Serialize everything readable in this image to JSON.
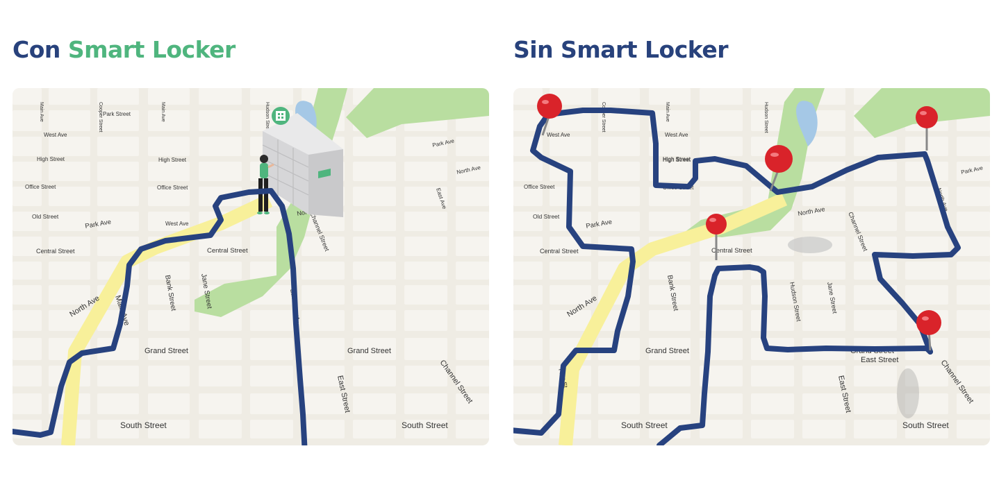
{
  "left_panel": {
    "title_prefix": "Con",
    "title_accent": "Smart Locker",
    "street_labels": [
      "Park Street",
      "West Ave",
      "High Street",
      "Office Street",
      "Old Street",
      "Park Ave",
      "Central Street",
      "Central Street",
      "North Ave",
      "Main Ave",
      "Bank Street",
      "Jane Street",
      "East Street",
      "Grand Street",
      "Grand Street",
      "South Street",
      "South Street",
      "East Street",
      "Channel Street",
      "Channel Street",
      "North Ave",
      "East Ave",
      "Park Ave",
      "North",
      "Hudson Street",
      "Main Ave",
      "West Ave",
      "High Street",
      "Office Street",
      "Cooper Street",
      "Main Ave"
    ]
  },
  "right_panel": {
    "title": "Sin Smart Locker",
    "street_labels": [
      "West Ave",
      "High Street",
      "Office Street",
      "Old Street",
      "Park Ave",
      "Central Street",
      "Central Street",
      "North Ave",
      "Bank Street",
      "Jane Street",
      "Hudson Street",
      "East Street",
      "Grand Street",
      "Grand Street",
      "South Street",
      "South Street",
      "East Street",
      "Channel Street",
      "Channel Street",
      "North Ave",
      "Park Ave",
      "North Ave",
      "Hudson Street",
      "Cooper Street",
      "Main Ave",
      "High Street",
      "West Ave",
      "Office Street",
      "First St"
    ]
  },
  "colors": {
    "title": "#28427c",
    "accent": "#4fb57e",
    "route": "#27427f",
    "map_bg": "#efece4",
    "block": "#f6f4ef",
    "park": "#b9dea0",
    "water": "#a5c8e6",
    "highlight": "#f8f09a",
    "pin": "#d9232a"
  },
  "icons": {
    "locker": "smart-locker-icon",
    "person": "person-icon",
    "pin": "map-pin-icon",
    "qr": "qr-code-icon"
  }
}
